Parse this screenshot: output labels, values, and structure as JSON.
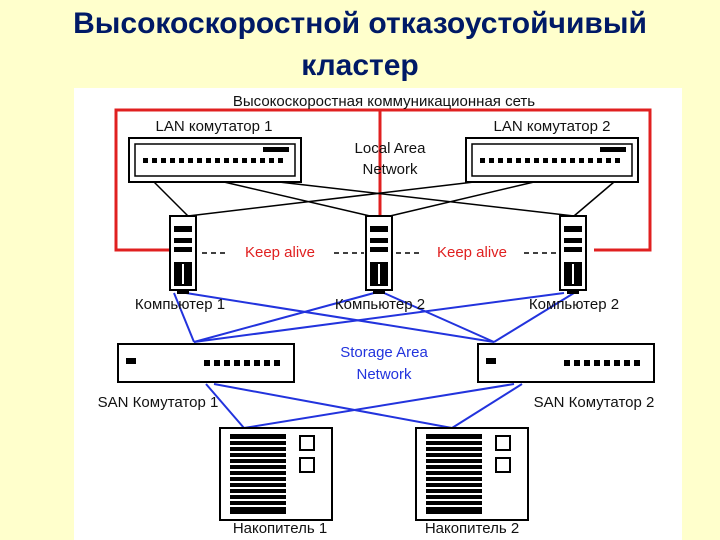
{
  "title": {
    "line1": "Высокоскоростной отказоустойчивый",
    "line2": "кластер"
  },
  "colors": {
    "background": "#ffffcc",
    "title": "#001a66",
    "hs_network": "#e02020",
    "san_links": "#2233dd",
    "lan_links": "#111111"
  },
  "diagram": {
    "hs_network_label": "Высокоскоростная коммуникационная сеть",
    "lan_switch_1": "LAN комутатор 1",
    "lan_switch_2": "LAN комутатор 2",
    "lan_line1": "Local Area",
    "lan_line2": "Network",
    "keep_alive_1": "Keep alive",
    "keep_alive_2": "Keep alive",
    "computer_1": "Компьютер 1",
    "computer_2": "Компьютер 2",
    "computer_3": "Компьютер 2",
    "san_line1": "Storage Area",
    "san_line2": "Network",
    "san_switch_1": "SAN Комутатор 1",
    "san_switch_2": "SAN Комутатор 2",
    "storage_1": "Накопитель 1",
    "storage_2": "Накопитель 2"
  }
}
